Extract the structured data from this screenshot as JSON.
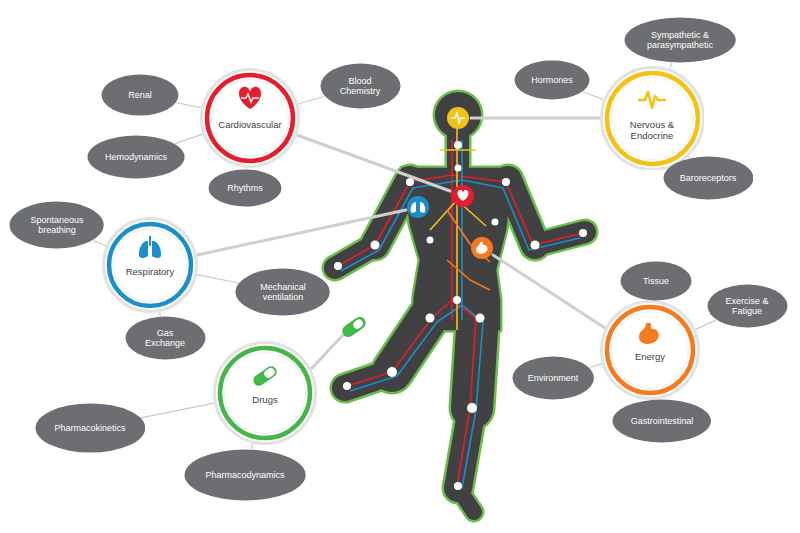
{
  "diagram": {
    "nodes": [
      {
        "text": [
          "Cardiovascular"
        ]
      },
      {
        "text": [
          "Renal"
        ]
      },
      {
        "text": [
          "Blood Chemistry"
        ]
      },
      {
        "text": [
          "Hemodynamics"
        ]
      },
      {
        "text": [
          "Rhythms"
        ]
      },
      {
        "text": [
          "Nervous & Endocrine"
        ]
      },
      {
        "text": [
          "Sympathetic & parasympathetic"
        ]
      },
      {
        "text": [
          "Hormones"
        ]
      },
      {
        "text": [
          "Baroreceptors"
        ]
      },
      {
        "text": [
          "Respiratory"
        ]
      },
      {
        "text": [
          "Spontaneous breathing"
        ]
      },
      {
        "text": [
          "Mechanical ventilation"
        ]
      },
      {
        "text": [
          "Gas Exchange"
        ]
      },
      {
        "text": [
          "Drugs"
        ]
      },
      {
        "text": [
          "Pharmacokinetics"
        ]
      },
      {
        "text": [
          "Pharmacodynamics"
        ]
      },
      {
        "text": [
          "Energy"
        ]
      },
      {
        "text": [
          "Tissue"
        ]
      },
      {
        "text": [
          "Exercise & Fatigue"
        ]
      },
      {
        "text": [
          "Environment"
        ]
      },
      {
        "text": [
          "Gastrointestinal"
        ]
      }
    ],
    "edges": [
      {
        "from": 0,
        "to": 1,
        "arrow": "none"
      },
      {
        "from": 0,
        "to": 2,
        "arrow": "none"
      },
      {
        "from": 0,
        "to": 3,
        "arrow": "none"
      },
      {
        "from": 0,
        "to": 4,
        "arrow": "none"
      },
      {
        "from": 5,
        "to": 6,
        "arrow": "none"
      },
      {
        "from": 5,
        "to": 7,
        "arrow": "none"
      },
      {
        "from": 5,
        "to": 8,
        "arrow": "none"
      },
      {
        "from": 9,
        "to": 10,
        "arrow": "none"
      },
      {
        "from": 9,
        "to": 11,
        "arrow": "none"
      },
      {
        "from": 9,
        "to": 12,
        "arrow": "none"
      },
      {
        "from": 13,
        "to": 14,
        "arrow": "none"
      },
      {
        "from": 13,
        "to": 15,
        "arrow": "none"
      },
      {
        "from": 16,
        "to": 17,
        "arrow": "none"
      },
      {
        "from": 16,
        "to": 18,
        "arrow": "none"
      },
      {
        "from": 16,
        "to": 19,
        "arrow": "none"
      },
      {
        "from": 16,
        "to": 20,
        "arrow": "none"
      }
    ]
  }
}
